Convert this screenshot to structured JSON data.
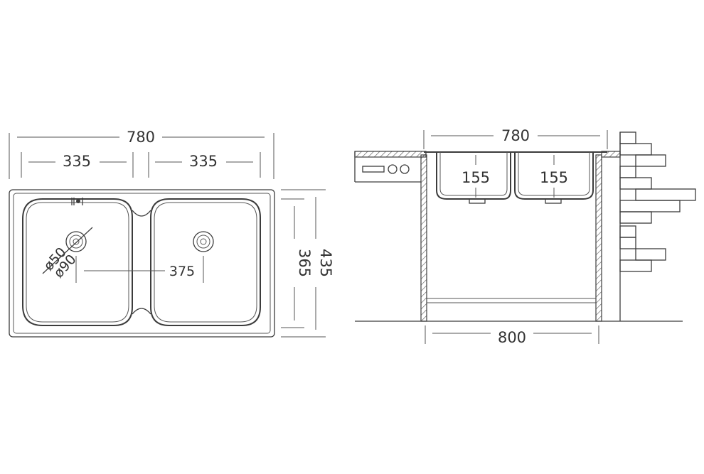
{
  "top_view": {
    "overall_width": "780",
    "left_bowl_width": "335",
    "right_bowl_width": "335",
    "outer_depth": "435",
    "inner_depth": "365",
    "drain_center_distance": "375",
    "drain_diameter_small": "ø50",
    "drain_diameter_large": "ø90"
  },
  "side_view": {
    "overall_width": "780",
    "left_bowl_depth": "155",
    "right_bowl_depth": "155",
    "cabinet_width": "800"
  },
  "colors": {
    "line": "#3c3c3c",
    "text": "#333333",
    "background": "#ffffff"
  }
}
